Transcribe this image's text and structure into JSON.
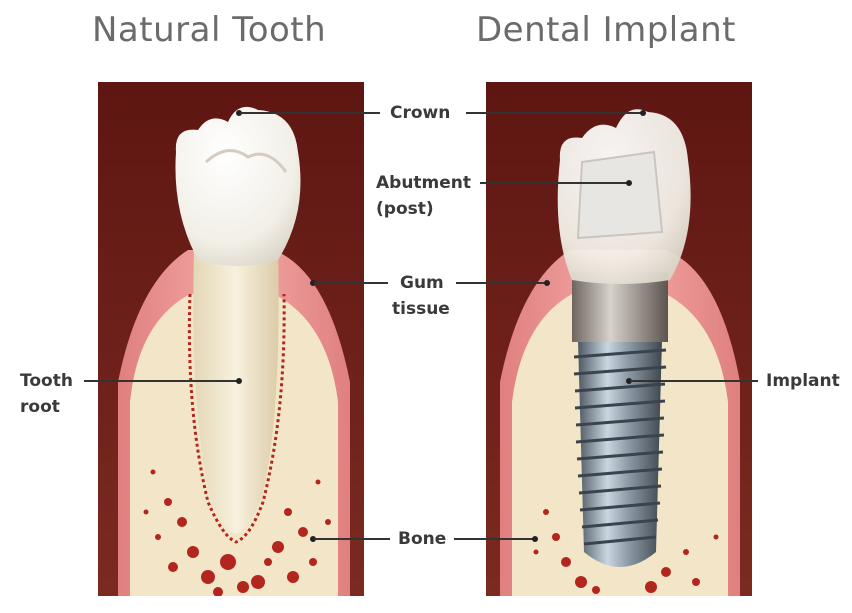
{
  "titles": {
    "left": "Natural Tooth",
    "right": "Dental Implant"
  },
  "labels": {
    "crown": "Crown",
    "abutment_line1": "Abutment",
    "abutment_line2": "(post)",
    "gum_line1": "Gum",
    "gum_line2": "tissue",
    "tooth_root_line1": "Tooth",
    "tooth_root_line2": "root",
    "implant": "Implant",
    "bone": "Bone"
  },
  "colors": {
    "background_dark": "#6e1f1a",
    "gum": "#e88f8f",
    "gum_light": "#f4b3b0",
    "bone": "#f3e6c8",
    "bone_spongy": "#b3261e",
    "enamel": "#f7f5f0",
    "root": "#ede3c9",
    "metal": "#8d9aa6",
    "metal_dark": "#4f5963"
  }
}
